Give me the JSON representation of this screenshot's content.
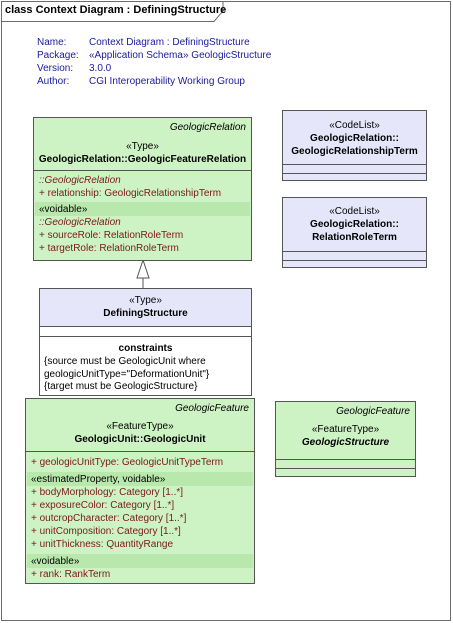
{
  "frame": {
    "title": "class Context Diagram : DefiningStructure"
  },
  "meta": [
    {
      "key": "Name:",
      "value": "Context Diagram : DefiningStructure"
    },
    {
      "key": "Package:",
      "value": "«Application Schema» GeologicStructure"
    },
    {
      "key": "Version:",
      "value": "3.0.0"
    },
    {
      "key": "Author:",
      "value": "CGI Interoperability Working Group"
    }
  ],
  "gfr": {
    "package": "GeologicRelation",
    "stereotype": "«Type»",
    "name": "GeologicRelation::GeologicFeatureRelation",
    "inherited": "::GeologicRelation",
    "attr1": "+   relationship:  GeologicRelationshipTerm",
    "voidable": "«voidable»",
    "inherited2": "::GeologicRelation",
    "attr2": "+   sourceRole:  RelationRoleTerm",
    "attr3": "+   targetRole:  RelationRoleTerm"
  },
  "grt": {
    "stereotype": "«CodeList»",
    "name1": "GeologicRelation::",
    "name2": "GeologicRelationshipTerm"
  },
  "rrt": {
    "stereotype": "«CodeList»",
    "name1": "GeologicRelation::",
    "name2": "RelationRoleTerm"
  },
  "ds": {
    "stereotype": "«Type»",
    "name": "DefiningStructure",
    "constraints_title": "constraints",
    "c1": "{source must be GeologicUnit where",
    "c2": "geologicUnitType=\"DeformationUnit\"}",
    "c3": "{target must be GeologicStructure}"
  },
  "gu": {
    "package": "GeologicFeature",
    "stereotype": "«FeatureType»",
    "name": "GeologicUnit::GeologicUnit",
    "attr_type": "+   geologicUnitType:  GeologicUnitTypeTerm",
    "estimated": "«estimatedProperty, voidable»",
    "attrs": [
      "+   bodyMorphology:  Category [1..*]",
      "+   exposureColor:  Category [1..*]",
      "+   outcropCharacter:  Category [1..*]",
      "+   unitComposition:  Category [1..*]",
      "+   unitThickness:  QuantityRange"
    ],
    "voidable": "«voidable»",
    "rank": "+   rank:  RankTerm"
  },
  "gs": {
    "package": "GeologicFeature",
    "stereotype": "«FeatureType»",
    "name": "GeologicStructure"
  },
  "colors": {
    "featureFill": "#cdf2c3",
    "typeFill": "#e6e6fb",
    "metaText": "#1a1a9c",
    "attributeText": "#7a1a1a"
  }
}
